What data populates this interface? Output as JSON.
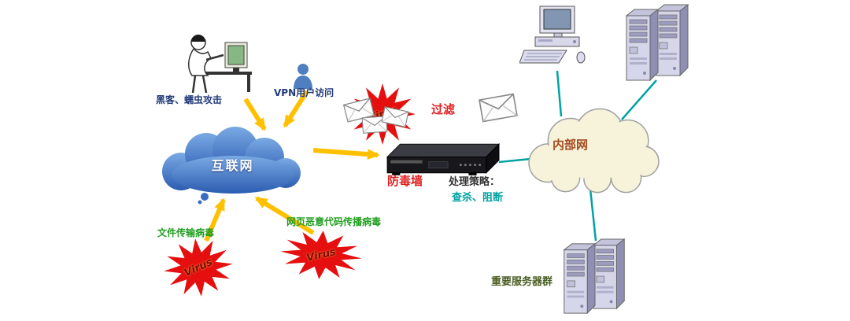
{
  "diagram": {
    "hacker_label": "黑客、蠕虫攻击",
    "vpn_label": "VPN用户访问",
    "internet_label": "互联网",
    "virus_label_top": "Virus",
    "virus_label_left": "Virus",
    "virus_label_mid": "Virus",
    "filter_label": "过滤",
    "firewall_label": "防毒墙",
    "strategy_title": "处理策略：",
    "strategy_actions": "查杀、阻断",
    "intranet_label": "内部网",
    "file_virus_label": "文件传输病毒",
    "web_virus_label": "网页恶意代码传播病毒",
    "servers_label": "重要服务器群"
  },
  "colors": {
    "arrow_yellow": "#ffc000",
    "line_teal": "#00a3a3",
    "virus_red": "#e60f0f",
    "cloud_blue": "#2f62b4",
    "cloud_cream": "#f7f2da",
    "label_navy": "#223a7a",
    "label_red": "#e02020",
    "label_green": "#1f9e1f",
    "label_teal": "#00a3a3",
    "label_dark": "#333333",
    "label_brown": "#a34a20",
    "label_olive": "#4a5d23"
  },
  "icons": {
    "hacker-icon": "person-at-computer",
    "vpn-user-icon": "person-silhouette",
    "internet-cloud-icon": "cloud-shape-blue",
    "intranet-cloud-icon": "cloud-shape-cream",
    "envelope-icon": "envelope",
    "virus-burst-icon": "starburst",
    "firewall-icon": "rack-appliance",
    "desktop-computer-icon": "desktop-computer",
    "server-tower-icon": "server-towers"
  }
}
